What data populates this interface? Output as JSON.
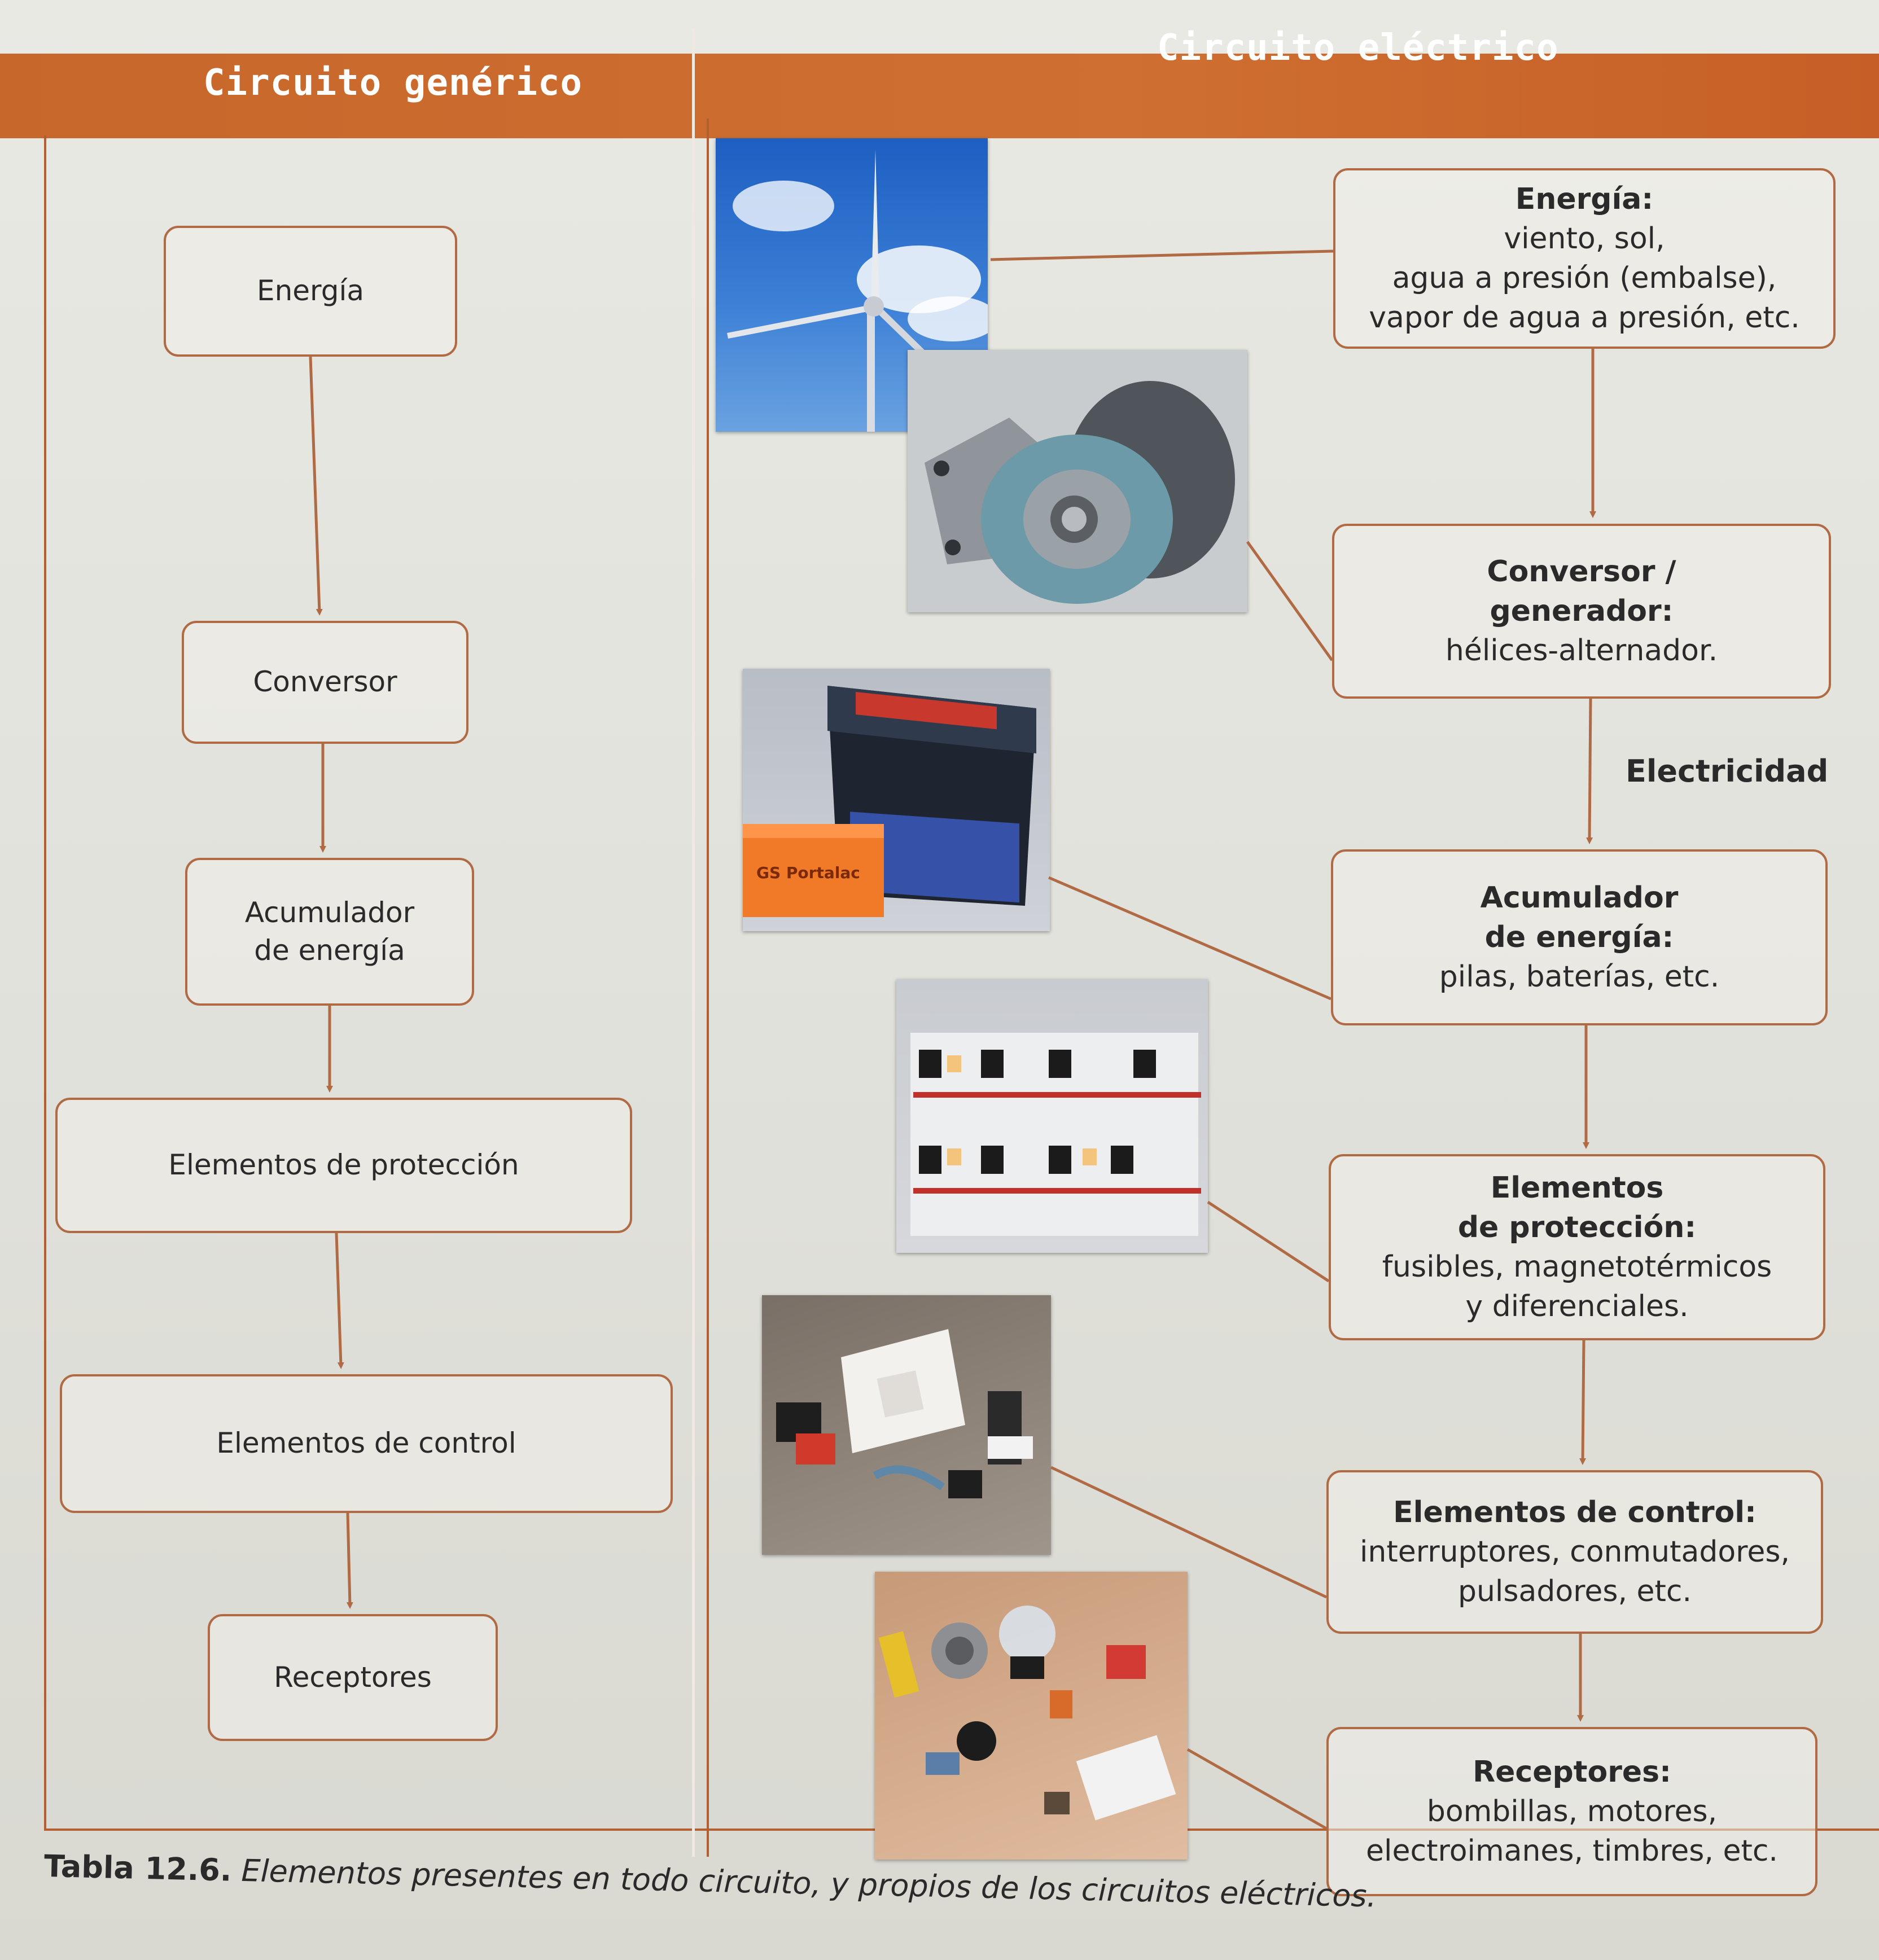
{
  "header": {
    "generic_title": "Circuito genérico",
    "electric_title": "Circuito eléctrico"
  },
  "generic": [
    "Energía",
    "Conversor",
    "Acumulador\nde energía",
    "Elementos de protección",
    "Elementos de control",
    "Receptores"
  ],
  "electric": [
    {
      "title": "Energía:",
      "desc": "viento, sol,\nagua a presión (embalse),\nvapor de agua a presión, etc."
    },
    {
      "title": "Conversor /\ngenerador:",
      "desc": "hélices-alternador."
    },
    {
      "title": "Acumulador\nde energía:",
      "desc": "pilas, baterías, etc."
    },
    {
      "title": "Elementos\nde protección:",
      "desc": "fusibles, magnetotérmicos\ny diferenciales."
    },
    {
      "title": "Elementos de control:",
      "desc": "interruptores, conmutadores,\npulsadores, etc."
    },
    {
      "title": "Receptores:",
      "desc": "bombillas, motores,\nelectroimanes, timbres, etc."
    }
  ],
  "arrow_label": "Electricidad",
  "photos": {
    "battery_brand": "GS Portalac"
  },
  "caption": {
    "number": "Tabla 12.6.",
    "text": "Elementos presentes en todo circuito, y propios de los circuitos eléctricos."
  },
  "colors": {
    "accent": "#c8672b",
    "line": "#b06a44"
  }
}
